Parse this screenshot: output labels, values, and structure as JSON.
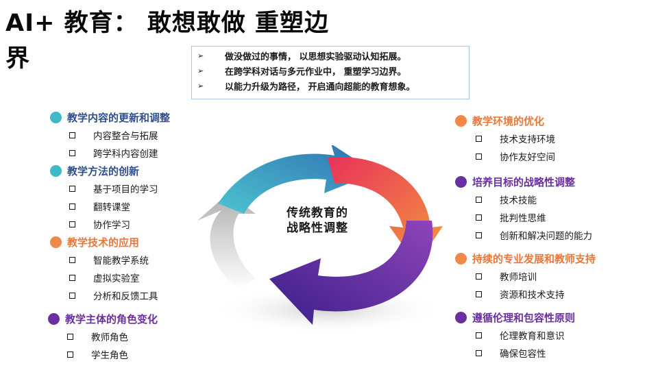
{
  "title": "AI+ 教育： 敢想敢做 重塑边界",
  "callout": [
    {
      "arrow": "➢",
      "text": "做没做过的事情， 以思想实验驱动认知拓展。"
    },
    {
      "arrow": "➢",
      "text": "在跨学科对话与多元作业中， 重塑学习边界。"
    },
    {
      "arrow": "➢",
      "text": "以能力升级为路径， 开启通向超能的教育想象。"
    }
  ],
  "center": {
    "line1": "传统教育的",
    "line2": "战略性调整"
  },
  "left_sections": [
    {
      "title": "教学内容的更新和调整",
      "color": "#3fb8c8",
      "title_color": "#2f4f8f",
      "items": [
        "内容整合与拓展",
        "跨学科内容创建"
      ]
    },
    {
      "title": "教学方法的创新",
      "color": "#3fb8c8",
      "title_color": "#2f4f8f",
      "items": [
        "基于项目的学习",
        "翻转课堂",
        "协作学习"
      ]
    },
    {
      "title": "教学技术的应用",
      "color": "#f0884a",
      "title_color": "#e9773a",
      "items": [
        "智能教学系统",
        "虚拟实验室",
        "分析和反馈工具"
      ]
    },
    {
      "title": "教学主体的角色变化",
      "color": "#6a2fa0",
      "title_color": "#6a2fa0",
      "items": [
        "教师角色",
        "学生角色"
      ]
    }
  ],
  "right_sections": [
    {
      "title": "教学环境的优化",
      "color": "#f0884a",
      "title_color": "#e9773a",
      "items": [
        "技术支持环境",
        "协作友好空间"
      ]
    },
    {
      "title": "培养目标的战略性调整",
      "color": "#6a2fa0",
      "title_color": "#6a2fa0",
      "items": [
        "技术技能",
        "批判性思维",
        "创新和解决问题的能力"
      ]
    },
    {
      "title": "持续的专业发展和教师支持",
      "color": "#f0884a",
      "title_color": "#e9773a",
      "items": [
        "教师培训",
        "资源和技术支持"
      ]
    },
    {
      "title": "遵循伦理和包容性原则",
      "color": "#6a2fa0",
      "title_color": "#6a2fa0",
      "items": [
        "伦理教育和意识",
        "确保包容性"
      ]
    }
  ]
}
